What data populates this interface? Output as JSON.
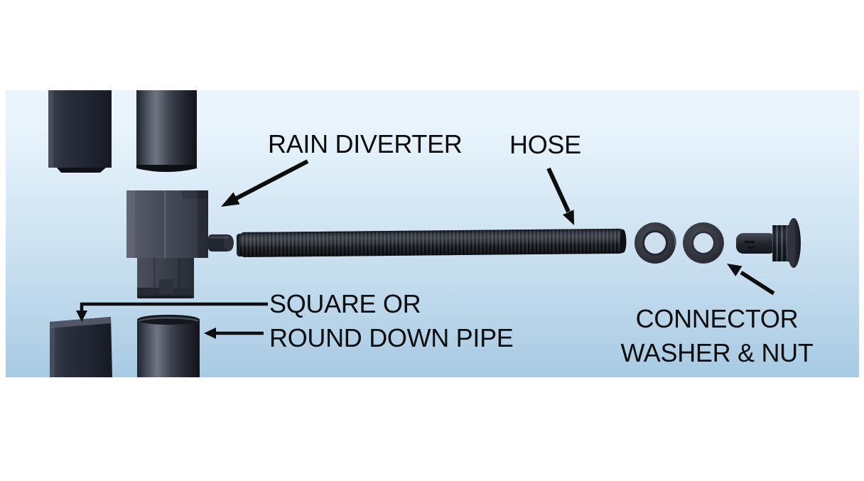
{
  "css_vars": {
    "panel-top": "#e9f4fc",
    "panel-mid": "#cfe3f2",
    "panel-bottom": "#a8cae3",
    "ink": "#0d0d0d"
  },
  "diagram": {
    "title_visible": false,
    "labels": {
      "rain_diverter": "RAIN DIVERTER",
      "hose": "HOSE",
      "downpipe_line1": "SQUARE OR",
      "downpipe_line2": "ROUND DOWN PIPE",
      "connector_line1": "CONNECTOR",
      "connector_line2": "WASHER & NUT"
    },
    "parts": [
      "square-down-pipe-top",
      "round-down-pipe-top",
      "rain-diverter",
      "corrugated-hose",
      "washer-nut",
      "washer",
      "tank-connector",
      "square-down-pipe-bottom",
      "round-down-pipe-bottom"
    ],
    "part_color": "#23262e",
    "arrow_color": "#0d0d0d"
  }
}
